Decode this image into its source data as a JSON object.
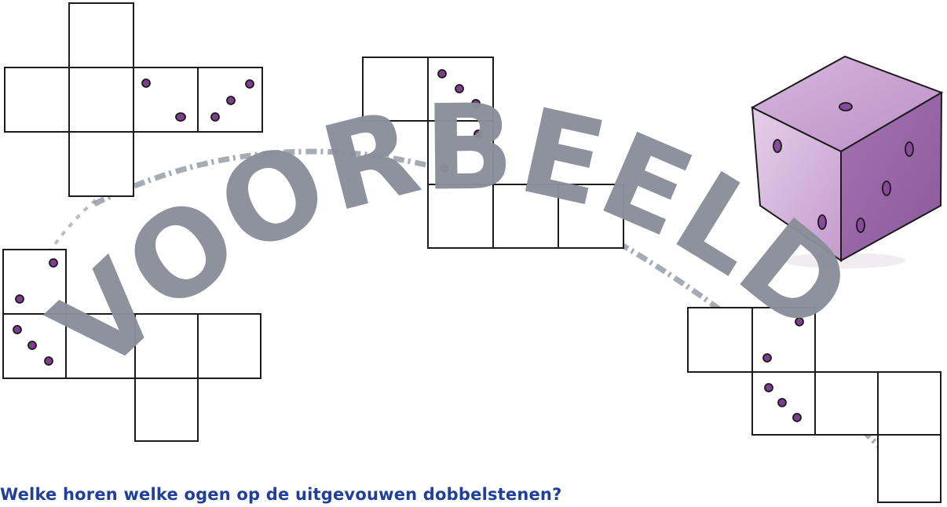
{
  "watermark": {
    "text": "VOORBEELD",
    "color": "#8a8f99"
  },
  "question": {
    "text": "Welke horen welke ogen op de uitgevouwen dobbelstenen?"
  },
  "colors": {
    "pip": "#7b3f8e",
    "die": "#c79fd0",
    "question": "#1f3f9a"
  },
  "die": {
    "top_pips": 1,
    "left_pips": 2,
    "right_pips": 3
  },
  "nets": [
    {
      "name": "net-top-left",
      "faces": [
        0,
        0,
        0,
        2,
        3,
        0
      ]
    },
    {
      "name": "net-top-middle",
      "faces": [
        0,
        3,
        2,
        0,
        0,
        0
      ]
    },
    {
      "name": "net-bottom-left",
      "faces": [
        2,
        3,
        0,
        0,
        0,
        0
      ]
    },
    {
      "name": "net-bottom-right",
      "faces": [
        0,
        2,
        3,
        0,
        0,
        0
      ]
    }
  ]
}
